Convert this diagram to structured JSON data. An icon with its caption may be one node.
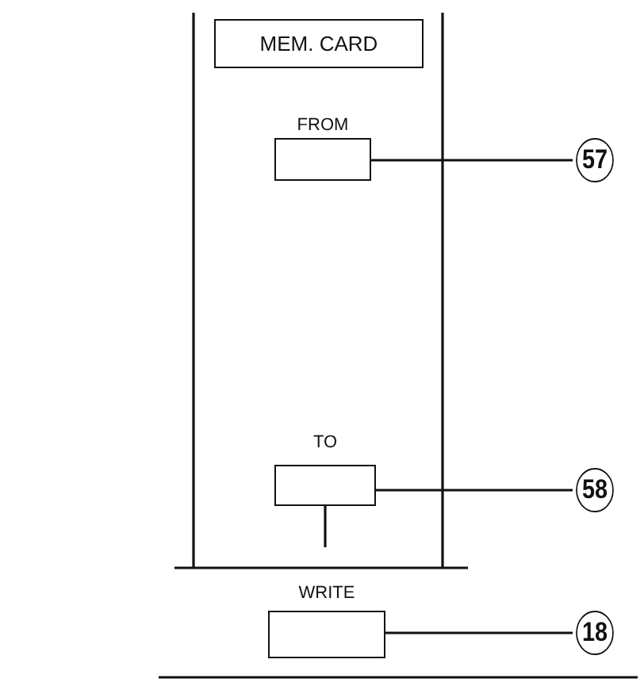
{
  "diagram": {
    "nodes": [
      {
        "text": [
          "MEM. CARD"
        ]
      },
      {
        "text": [
          "FROM"
        ]
      },
      {
        "text": [
          "57"
        ]
      },
      {
        "text": [
          "TO"
        ]
      },
      {
        "text": [
          "58"
        ]
      },
      {
        "text": [
          "WRITE"
        ]
      },
      {
        "text": [
          "18"
        ]
      }
    ],
    "edges": [
      {
        "from": 2,
        "to": 1,
        "arrow": "none"
      },
      {
        "from": 4,
        "to": 3,
        "arrow": "none"
      },
      {
        "from": 6,
        "to": 5,
        "arrow": "none"
      }
    ]
  }
}
